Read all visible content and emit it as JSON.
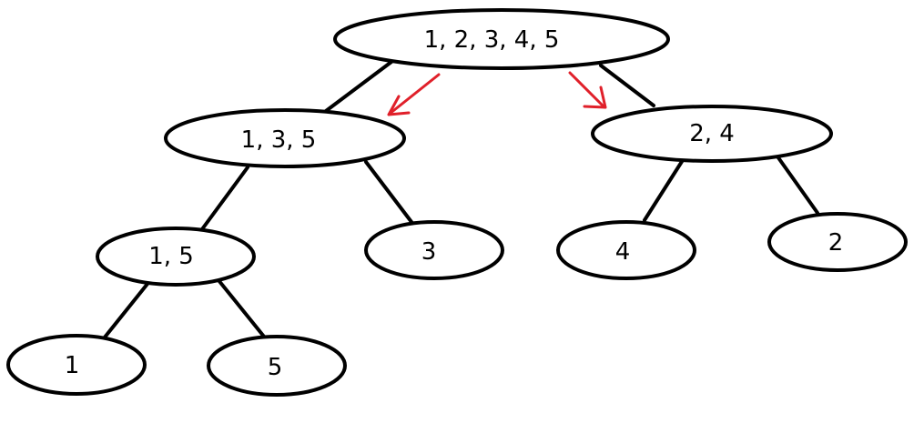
{
  "diagram": {
    "nodes": {
      "root": "1, 2, 3, 4, 5",
      "left": "1, 3, 5",
      "right": "2, 4",
      "left_left": "1, 5",
      "left_right": "3",
      "right_left": "4",
      "right_right": "2",
      "leaf_1": "1",
      "leaf_5": "5"
    },
    "colors": {
      "edge": "#000000",
      "arrow": "#e0202a"
    }
  }
}
